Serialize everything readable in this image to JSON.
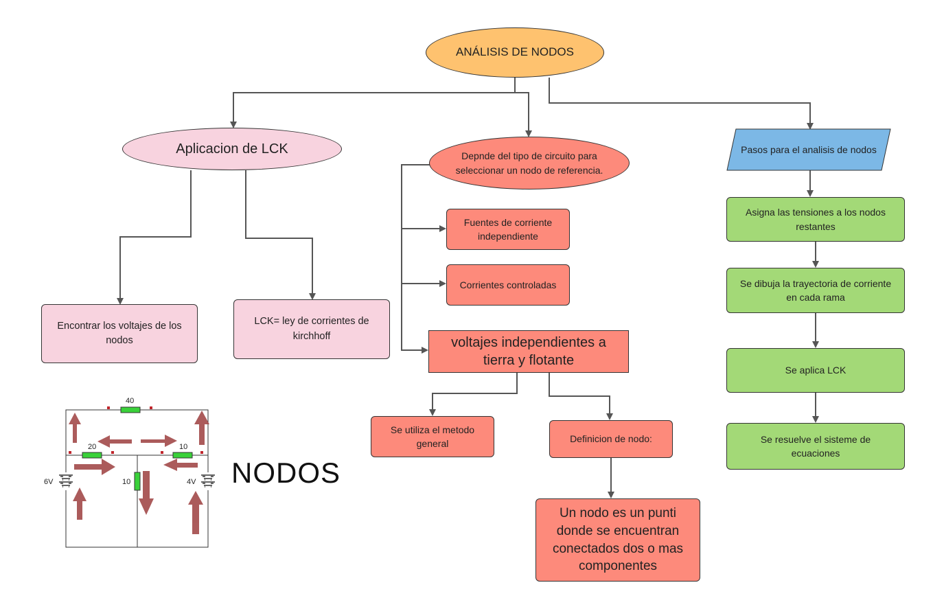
{
  "title": "ANÁLISIS DE NODOS",
  "branches": {
    "lck": {
      "title": "Aplicacion de LCK",
      "items": [
        "Encontrar los voltajes de los nodos",
        "LCK= ley de corrientes de kirchhoff"
      ]
    },
    "reference": {
      "title": "Depnde del tipo de circuito para seleccionar un nodo de referencia.",
      "items": [
        "Fuentes de corriente independiente",
        "Corrientes controladas"
      ],
      "voltajes": "voltajes independientes a tierra y flotante",
      "metodo": "Se utiliza el  metodo general",
      "definicion": "Definicion de nodo:",
      "definicion_texto": "Un nodo es un punti donde se encuentran conectados dos o mas componentes"
    },
    "pasos": {
      "title": "Pasos para el analisis de nodos",
      "steps": [
        "Asigna las tensiones a los nodos restantes",
        "Se dibuja la trayectoria de corriente en cada rama",
        "Se aplica LCK",
        "Se resuelve el sisteme de ecuaciones"
      ]
    }
  },
  "circuit": {
    "label": "NODOS",
    "resistors": [
      "40",
      "20",
      "10",
      "10"
    ],
    "sources": [
      "6V",
      "4V"
    ]
  },
  "colors": {
    "title": "#fec26f",
    "lck": "#f8d3df",
    "reference": "#fd8a7b",
    "pasos_head": "#7cb8e6",
    "pasos_steps": "#a3d977",
    "arrows": "#a34a4a"
  }
}
